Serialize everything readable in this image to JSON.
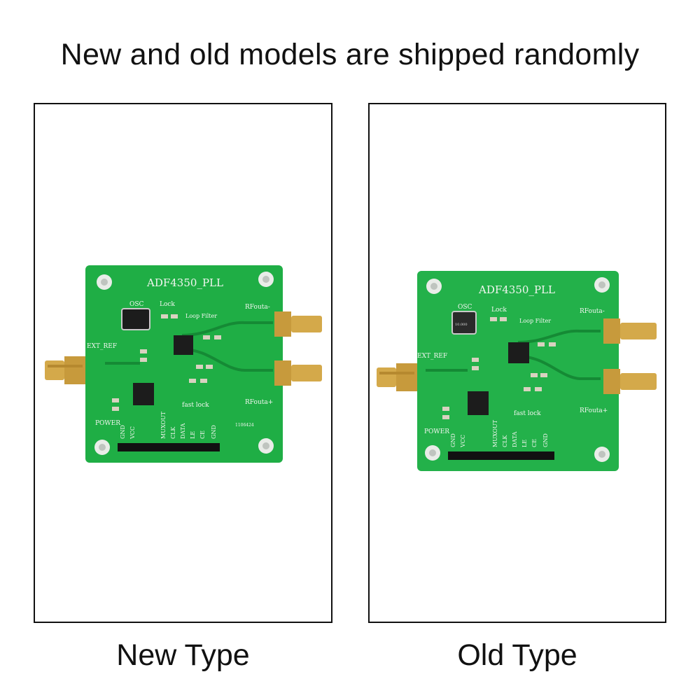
{
  "headline": "New and old models are shipped randomly",
  "panels": [
    {
      "caption": "New Type",
      "board": {
        "title": "ADF4350_PLL",
        "osc": "OSC",
        "lock": "Lock",
        "loop_filter": "Loop Filter",
        "rf_minus": "RFouta-",
        "rf_plus": "RFouta+",
        "ext_ref": "EXT_REF",
        "power": "POWER",
        "fast_lock": "fast lock",
        "serial": "1106424",
        "pins": [
          "GND",
          "VCC",
          "MUXOUT",
          "CLK",
          "DATA",
          "LE",
          "CE",
          "GND"
        ]
      }
    },
    {
      "caption": "Old Type",
      "board": {
        "title": "ADF4350_PLL",
        "osc": "OSC",
        "lock": "Lock",
        "loop_filter": "Loop Filter",
        "rf_minus": "RFouta-",
        "rf_plus": "RFouta+",
        "ext_ref": "EXT_REF",
        "power": "POWER",
        "fast_lock": "fast lock",
        "osc_marking": "10.000",
        "pins": [
          "GND",
          "VCC",
          "MUXOUT",
          "CLK",
          "DATA",
          "LE",
          "CE",
          "GND"
        ]
      }
    }
  ],
  "colors": {
    "pcb": "#1fae45",
    "pcb_dark": "#158a35",
    "silkscreen": "#f2f6f0",
    "gold": "#d4a94a",
    "chip": "#1c1c1c"
  }
}
